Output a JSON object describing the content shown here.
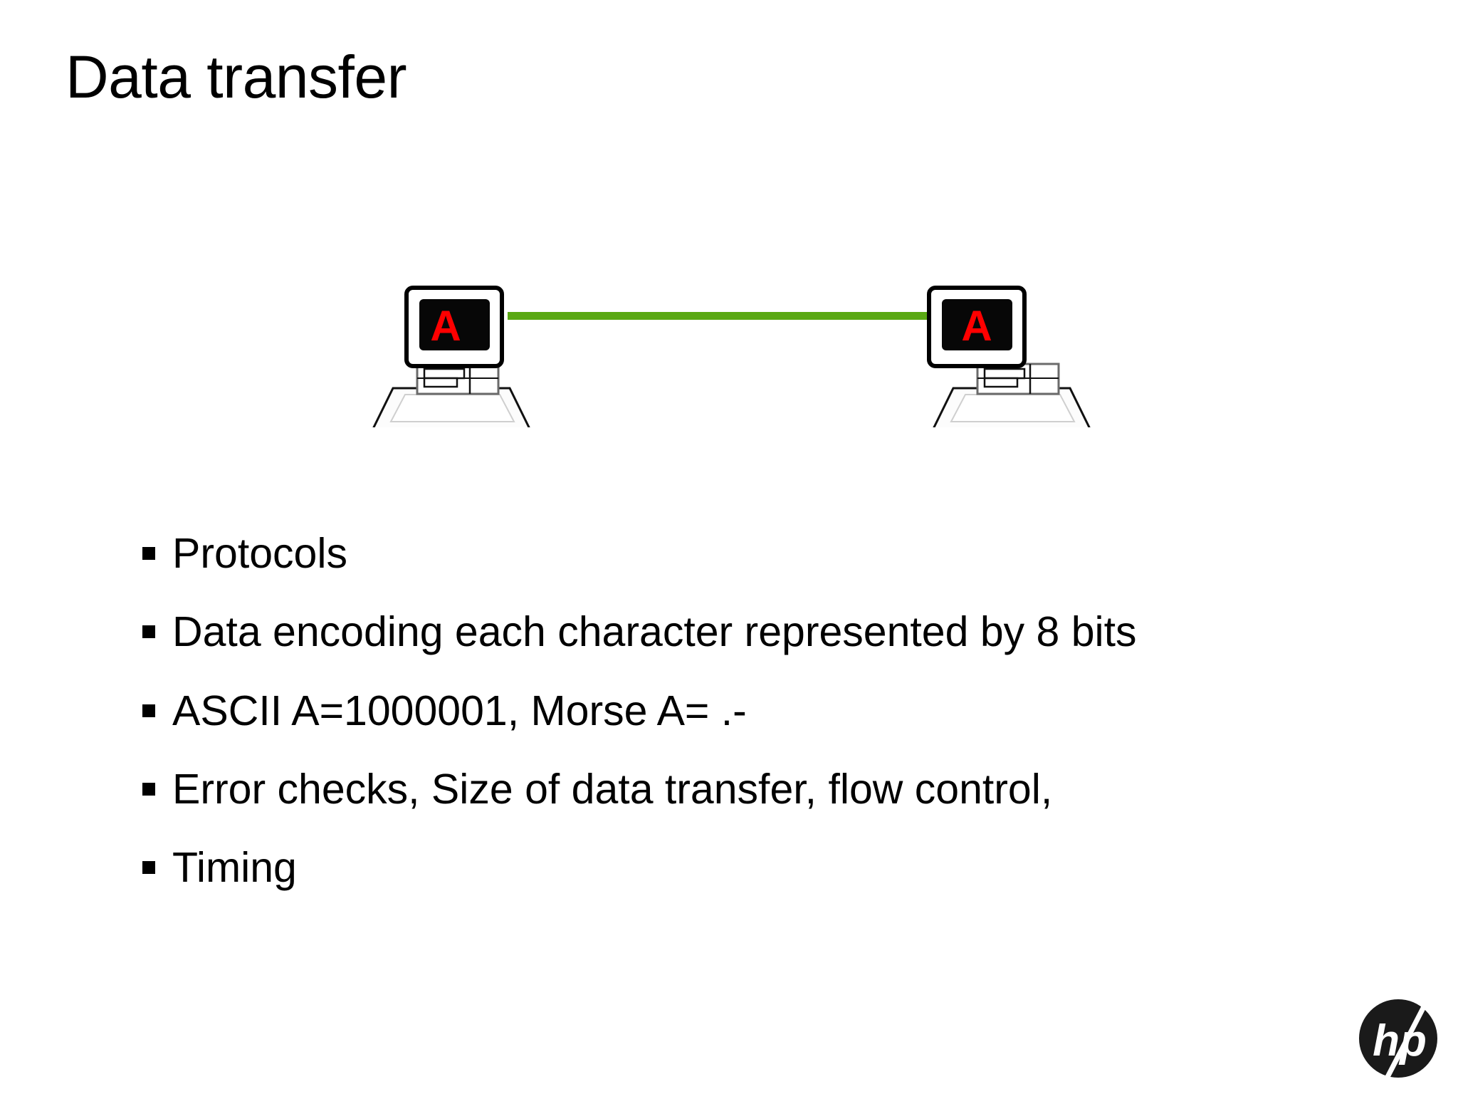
{
  "slide": {
    "title": "Data transfer",
    "background_color": "#ffffff",
    "text_color": "#000000"
  },
  "diagram": {
    "name": "two-computers-connected-diagram",
    "link_color": "#5aa814",
    "screen_color": "#000000",
    "screen_char_color": "#ff0000",
    "bezel_color": "#ffffff",
    "outline_color": "#000000",
    "left_computer": {
      "label": "left-computer",
      "screen_character": "A"
    },
    "right_computer": {
      "label": "right-computer",
      "screen_character": "A"
    }
  },
  "bullets": [
    {
      "text": "Protocols"
    },
    {
      "text": "Data encoding each character represented by 8 bits"
    },
    {
      "text": "ASCII A=1000001, Morse A= .-"
    },
    {
      "text": "Error checks, Size of data transfer, flow control,"
    },
    {
      "text": "Timing"
    }
  ],
  "logo": {
    "name": "hp-logo",
    "text": "hp",
    "circle_color": "#1a1a1a",
    "mark_color": "#ffffff"
  }
}
